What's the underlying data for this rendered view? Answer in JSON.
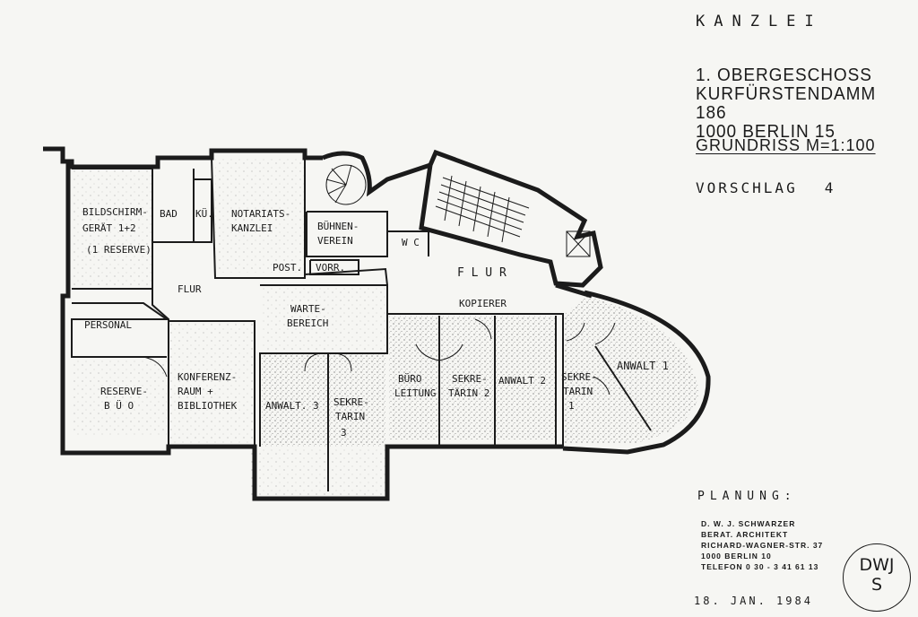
{
  "header": {
    "title": "KANZLEI",
    "floor": "1. OBERGESCHOSS",
    "street": "KURFÜRSTENDAMM 186",
    "city": "1000 BERLIN 15",
    "scale": "GRUNDRISS M=1:100",
    "variant_label": "VORSCHLAG",
    "variant_number": "4"
  },
  "planning": {
    "heading": "PLANUNG:",
    "architect_name": "D. W. J. SCHWARZER",
    "architect_title": "BERAT. ARCHITEKT",
    "address_street": "RICHARD-WAGNER-STR. 37",
    "address_city": "1000 BERLIN 10",
    "phone": "TELEFON 0 30 - 3 41 61 13",
    "date": "18. JAN. 1984"
  },
  "stamp": {
    "line1": "DWJ",
    "line2": "S"
  },
  "rooms": {
    "bildschirm_1": "BILDSCHIRM-",
    "bildschirm_2": "GERÄT 1+2",
    "bildschirm_3": "(1 RESERVE)",
    "bad": "BAD",
    "kueche": "KÜ.",
    "notariat_1": "NOTARIATS-",
    "notariat_2": "KANZLEI",
    "buehnen_1": "BÜHNEN-",
    "buehnen_2": "VEREIN",
    "wc": "W C",
    "post": "POST.",
    "vorr": "VORR.",
    "flur_left": "FLUR",
    "flur_main": "F L U R",
    "kopierer": "KOPIERER",
    "personal": "PERSONAL",
    "warte_1": "WARTE-",
    "warte_2": "BEREICH",
    "reserve_1": "RESERVE-",
    "reserve_2": "B Ü O",
    "konferenz_1": "KONFERENZ-",
    "konferenz_2": "RAUM +",
    "konferenz_3": "BIBLIOTHEK",
    "anwalt3": "ANWALT. 3",
    "sekretarin3_1": "SEKRE-",
    "sekretarin3_2": "TARIN",
    "sekretarin3_3": "3",
    "buero_1": "BÜRO",
    "buero_2": "LEITUNG",
    "sekretarin2_1": "SEKRE-",
    "sekretarin2_2": "TÄRIN 2",
    "anwalt2": "ANWALT 2",
    "sekretarin1_1": "SEKRE-",
    "sekretarin1_2": "TARIN",
    "sekretarin1_3": "1",
    "anwalt1": "ANWALT 1"
  }
}
